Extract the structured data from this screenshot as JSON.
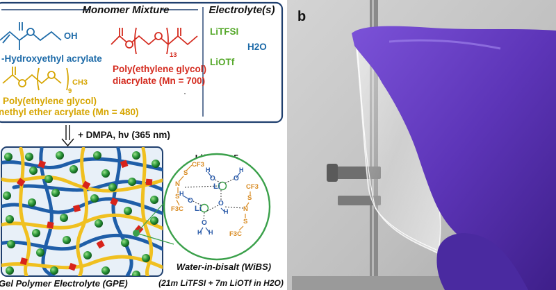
{
  "panel_a": {
    "section_monomer": "Monomer Mixture",
    "section_electrolyte": "Electrolyte(s)",
    "monomer_hea_oh": "OH",
    "monomer_hea": "-Hydroxyethyl acrylate",
    "monomer_pegda_sub": "13",
    "monomer_pegda_l1": "Poly(ethylene glycol)",
    "monomer_pegda_l2": "diacrylate (Mn = 700)",
    "monomer_pegmea_sub": "9",
    "monomer_pegmea_ch3": "CH3",
    "monomer_pegmea_l1": "Poly(ethylene glycol)",
    "monomer_pegmea_l2": "nethyl ether acrylate (Mn = 480)",
    "electrolyte_litfsi": "LiTFSI",
    "electrolyte_liotf": "LiOTf",
    "electrolyte_water": "H2O",
    "reaction_arrow": "+ DMPA, hν (365 nm)",
    "cluster_title": "Li(H2O)2.5",
    "gpe_label": "Gel Polymer Electrolyte (GPE)",
    "wibs_title": "Water-in-bisalt (WiBS)",
    "wibs_composition": "(21m LiTFSI + 7m LiOTf in H2O)",
    "atom_cf3": "CF3",
    "atom_f3c": "F3C",
    "atom_s": "S",
    "atom_o": "O",
    "atom_n": "N",
    "atom_h": "H",
    "atom_li": "Li"
  },
  "panel_b": {
    "label": "b"
  },
  "colors": {
    "frame_blue": "#1f3f6e",
    "hea_blue": "#1c6aa8",
    "pegda_red": "#d42a1e",
    "pegmea_gold": "#d6a500",
    "litfsi_green": "#55a82a",
    "sphere_green": "#2e9a3c",
    "chain_blue": "#1f5ea8",
    "chain_yellow": "#f0c020",
    "crosslink_red": "#d8231b",
    "glove_purple": "#6a3fc0",
    "gel_box": "#e8f0f8",
    "cluster_circle": "#3aa04a",
    "orange_anion": "#d88a20"
  }
}
